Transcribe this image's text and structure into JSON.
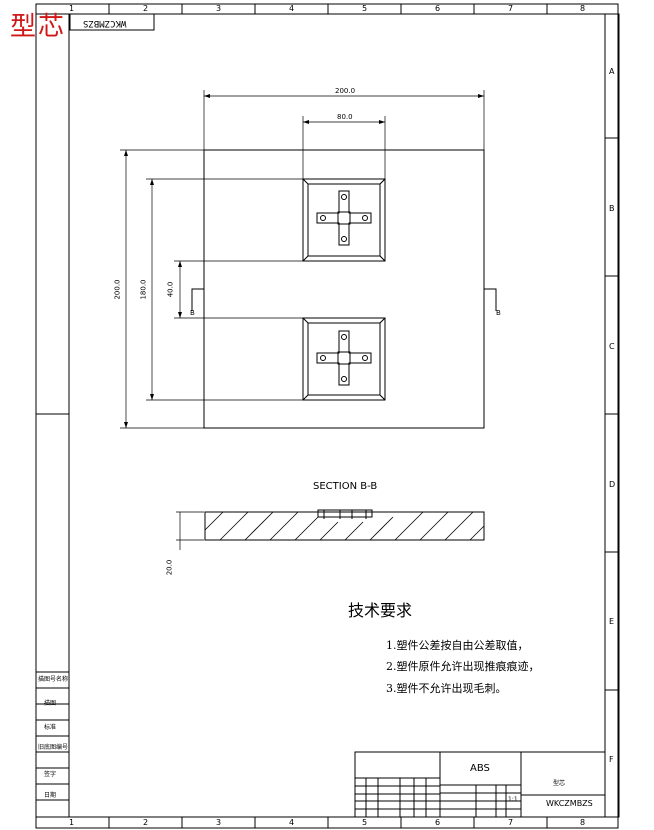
{
  "stamp": {
    "text": "型芯"
  },
  "drawing_code_top": "WKCZMBZS",
  "grid": {
    "columns": [
      "1",
      "2",
      "3",
      "4",
      "5",
      "6",
      "7",
      "8"
    ],
    "rows": [
      "A",
      "B",
      "C",
      "D",
      "E",
      "F"
    ]
  },
  "dimensions": {
    "overall_width": "200.0",
    "pocket_width": "80.0",
    "overall_height": "200.0",
    "pocket_span": "180.0",
    "center_gap": "40.0",
    "section_thickness": "20.0"
  },
  "section": {
    "title": "SECTION B-B",
    "marker": "B"
  },
  "requirements": {
    "title": "技术要求",
    "items": [
      "1.塑件公差按自由公差取值，",
      "2.塑件原件允许出现推痕痕迹，",
      "3.塑件不允许出现毛刺。"
    ]
  },
  "title_block": {
    "material": "ABS",
    "name": "型芯",
    "drawing_code": "WKCZMBZS",
    "scale": "1:1"
  },
  "side_panel": [
    "描图号名称",
    "描图",
    "标准",
    "旧底图编号",
    "签字",
    "日期"
  ]
}
